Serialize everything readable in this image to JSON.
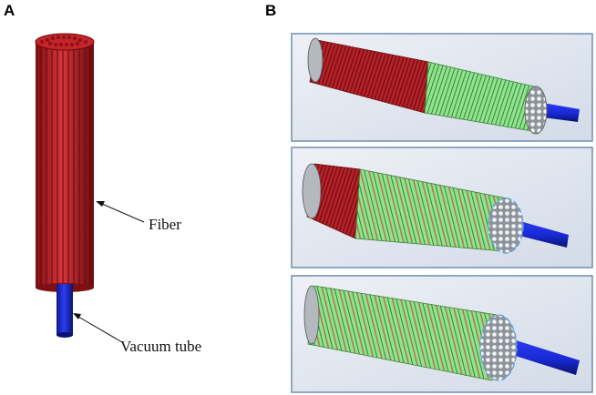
{
  "panels": {
    "a": {
      "letter": "A"
    },
    "b": {
      "letter": "B"
    }
  },
  "labels": {
    "fiber": "Fiber",
    "vacuum_tube": "Vacuum tube"
  },
  "colors": {
    "fiber": "#c8232a",
    "fiber_dark": "#7e0f12",
    "fiber_green": "#86df86",
    "fiber_green_dark": "#3c8a3c",
    "vacuum_tube": "#1a2ad8",
    "end_cap": "#9aa0a8",
    "panel_border": "#6f8fae",
    "panel_bg": "#dfe5ee"
  },
  "views": [
    "red-then-green",
    "mixed-red-green",
    "mostly-green"
  ]
}
